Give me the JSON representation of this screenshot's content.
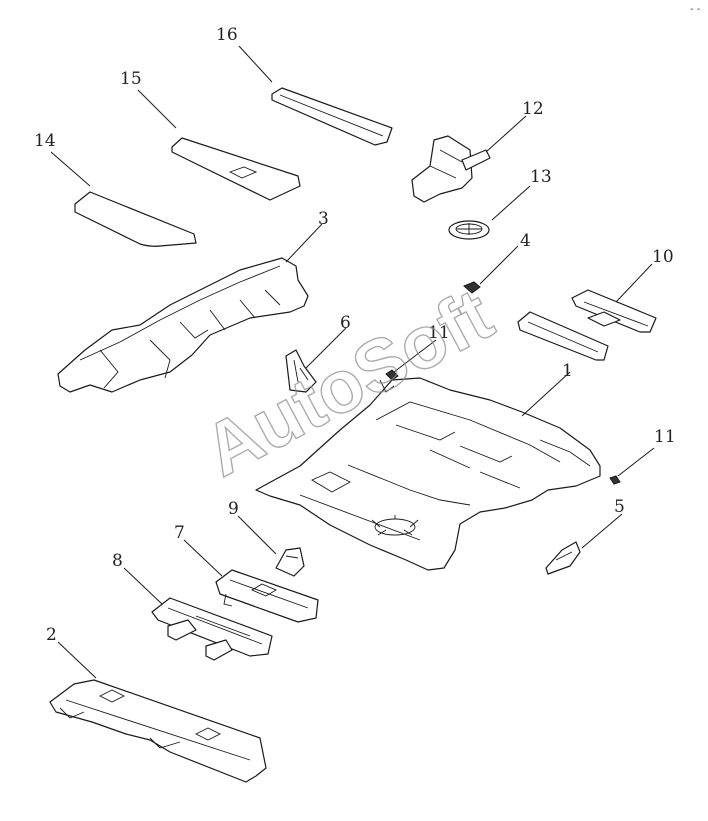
{
  "watermark": "AutoSoft",
  "corner_mark": "- -",
  "callouts": {
    "c1": "1",
    "c2": "2",
    "c3": "3",
    "c4": "4",
    "c5": "5",
    "c6": "6",
    "c7": "7",
    "c8": "8",
    "c9": "9",
    "c10": "10",
    "c11a": "11",
    "c11b": "11",
    "c12": "12",
    "c13": "13",
    "c14": "14",
    "c15": "15",
    "c16": "16"
  },
  "colors": {
    "line": "#1a1a1a",
    "watermark": "#8a8a8a",
    "background": "#ffffff"
  }
}
